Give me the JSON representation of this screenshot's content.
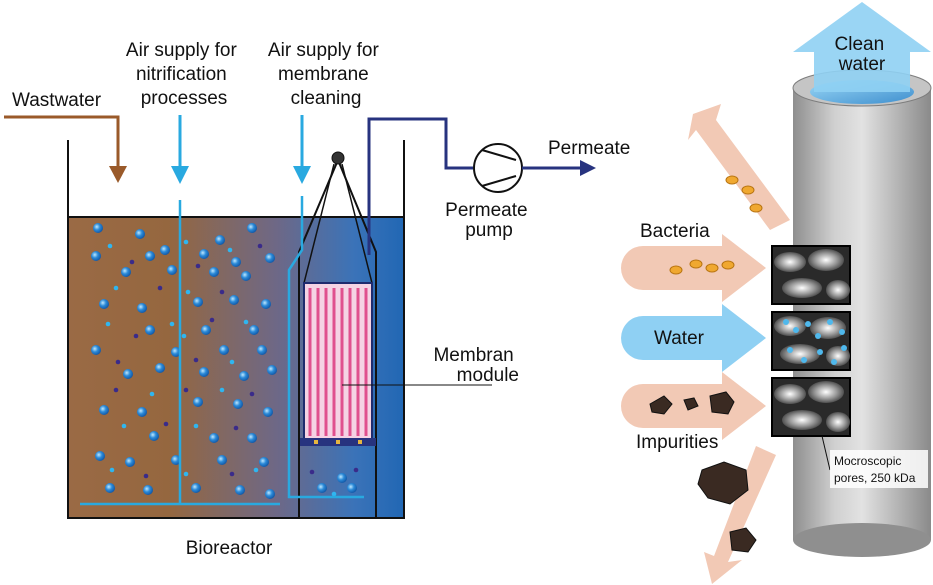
{
  "labels": {
    "wastewater": "Wastwater",
    "air_nitrification": [
      "Air supply for",
      "nitrification",
      "processes"
    ],
    "air_membrane": [
      "Air supply for",
      "membrane",
      "cleaning"
    ],
    "permeate": "Permeate",
    "permeate_pump": [
      "Permeate",
      "pump"
    ],
    "membrane_module": [
      "Membran",
      "module"
    ],
    "bioreactor": "Bioreactor",
    "clean_water": [
      "Clean",
      "water"
    ],
    "bacteria": "Bacteria",
    "water": "Water",
    "impurities": "Impurities",
    "pores_note": [
      "Mocroscopic",
      "pores, 250 kDa"
    ]
  },
  "colors": {
    "wastewater_brown": "#9a5a2a",
    "air_blue": "#29a9e0",
    "pipe_navy": "#27337f",
    "membrane_pink": "#e0508e",
    "arrow_peach": "#f2c9b5",
    "arrow_lightblue": "#8fd0f3"
  }
}
